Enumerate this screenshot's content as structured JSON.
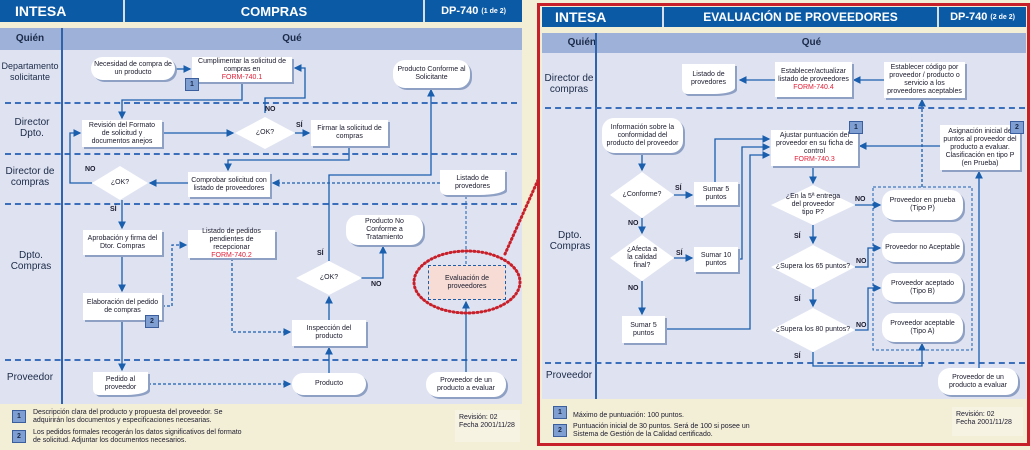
{
  "left": {
    "header": {
      "brand": "INTESA",
      "title": "COMPRAS",
      "code": "DP-740",
      "page": "(1 de 2)"
    },
    "columns": {
      "who": "Quién",
      "what": "Qué"
    },
    "lanes": [
      "Departamento solicitante",
      "Director Dpto.",
      "Director de compras",
      "Dpto. Compras",
      "Proveedor"
    ],
    "nodes": {
      "need": "Necesidad   de compra de un producto",
      "fill": {
        "text": "Cumplimentar la solicitud de compras en",
        "form": "FORM-740.1"
      },
      "conform": "Producto Conforme al Solicitante",
      "review": "Revisión del Formato de solicitud y documentos anejos",
      "ok1": "¿OK?",
      "sign": "Firmar la solicitud de compras",
      "check": "Comprobar solicitud con listado de proveedores",
      "ok2": "¿OK?",
      "suppliers_list": "Listado de provedores",
      "approve": "Aprobación y firma del Dtor. Compras",
      "pending": {
        "text": "Listado de pedidos pendientes de recepcionar",
        "form": "FORM-740.2"
      },
      "nonconform": "Producto No Conforme a Tratamiento",
      "ok3": "¿OK?",
      "evaluation": "Evaluación de proveedores",
      "order": "Elaboración del pedido de compras",
      "inspection": "Inspección del producto",
      "order_supplier": "Pedido al proveedor",
      "product": "Producto",
      "supplier_eval": "Proveedor de un producto a evaluar"
    },
    "labels": {
      "no1": "NO",
      "si1": "SÍ",
      "no2": "NO",
      "si2": "SÍ",
      "si3": "SÍ",
      "no3": "NO"
    },
    "notes": [
      {
        "n": "1",
        "text": "Descripción clara del producto y propuesta del proveedor. Se adquirirán los documentos y especificaciones necesarias."
      },
      {
        "n": "2",
        "text": "Los pedidos formales recogerán los datos significativos del formato de solicitud. Adjuntar los documentos necesarios."
      }
    ],
    "badges": [
      "1",
      "2"
    ],
    "revision": "Revisión: 02",
    "date": "Fecha 2001/11/28"
  },
  "right": {
    "header": {
      "brand": "INTESA",
      "title": "EVALUACIÓN DE PROVEEDORES",
      "code": "DP-740",
      "page": "(2 de 2)"
    },
    "columns": {
      "who": "Quién",
      "what": "Qué"
    },
    "lanes": [
      "Director de compras",
      "Dpto. Compras",
      "Proveedor"
    ],
    "nodes": {
      "list": "Listado de provedores",
      "update": {
        "text": "Establecer/actualizar listado de proveedores",
        "form": "FORM-740.4"
      },
      "code": "Establecer código por proveedor / producto o servicio a los proveedores aceptables",
      "info": "Información sobre la conformidad del producto del proveedor",
      "adjust": {
        "text": "Ajustar puntuación del proveedor en su ficha de control",
        "form": "FORM-740.3"
      },
      "assign": "Asignación inicial de puntos al proveedor del producto a evaluar. Clasificación en tipo P (en  Prueba)",
      "conforme": "¿Conforme?",
      "add5a": "Sumar 5 puntos",
      "affects": "¿Afecta a la calidad final?",
      "add10": "Sumar 10 puntos",
      "add5b": "Sumar 5 puntos",
      "fifth": "¿En la 5ª entrega del proveedor tipo P?",
      "over65": "¿Supera los 65 puntos?",
      "over80": "¿Supera los 80 puntos?",
      "typeP": "Proveedor en prueba (Tipo P)",
      "notacc": "Proveedor no Aceptable",
      "typeB": "Proveedor aceptado (Tipo B)",
      "typeA": "Proveedor aceptable (Tipo A)",
      "supplier_eval": "Proveedor de un producto a evaluar"
    },
    "labels": {
      "si1": "SÍ",
      "no1": "NO",
      "si2": "SÍ",
      "no2": "NO",
      "no3": "NO",
      "si3": "SÍ",
      "no4": "NO",
      "si4": "SÍ",
      "no5": "NO",
      "si5": "SÍ"
    },
    "notes": [
      {
        "n": "1",
        "text": "Máximo de puntuación: 100 puntos."
      },
      {
        "n": "2",
        "text": "Puntuación inicial de 30 puntos. Será de 100 si posee un Sistema de Gestión de la Calidad certificado."
      }
    ],
    "badges": [
      "1",
      "2"
    ],
    "revision": "Revisión: 02",
    "date": "Fecha 2001/11/28"
  },
  "colors": {
    "header": "#0b5aa6",
    "highlight": "#c8202a",
    "form": "#e2213a",
    "evaluation_fill": "#f6dcd4"
  }
}
